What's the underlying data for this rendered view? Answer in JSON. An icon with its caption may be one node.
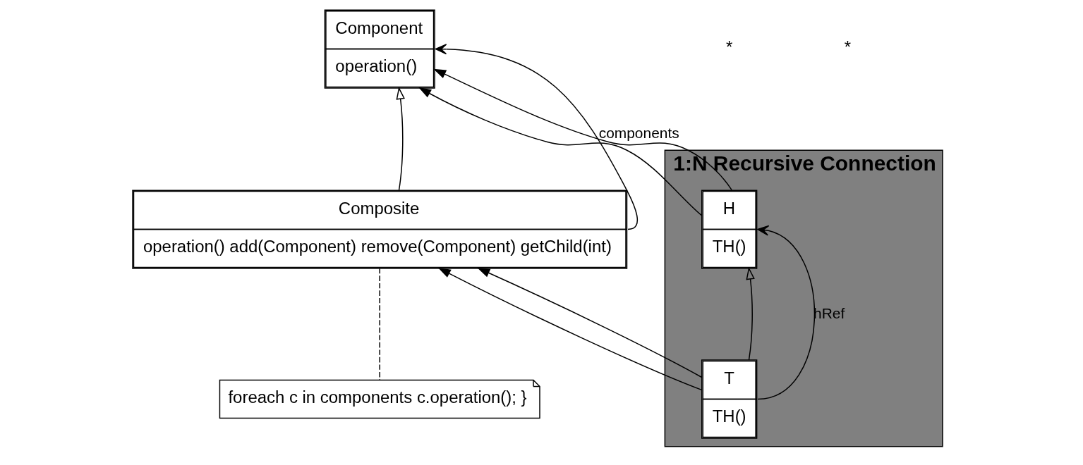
{
  "diagram": {
    "nodes": [
      {
        "text": [
          "1:N Recursive Connection"
        ]
      },
      {
        "text": [
          "H",
          "TH()"
        ],
        "in": 0
      },
      {
        "text": [
          "T",
          "TH()"
        ],
        "in": 0
      },
      {
        "text": [
          "Component",
          "operation()"
        ]
      },
      {
        "text": [
          "Composite",
          "operation() add(Component) remove(Component) getChild(int)"
        ]
      },
      {
        "text": [
          "foreach c in components c.operation(); }"
        ]
      }
    ],
    "edges": [
      {
        "from": 1,
        "to": 3,
        "arrow": "to"
      },
      {
        "from": 1,
        "to": 3,
        "arrow": "to"
      },
      {
        "from": 2,
        "to": 4,
        "arrow": "to"
      },
      {
        "from": 2,
        "to": 4,
        "arrow": "to"
      },
      {
        "from": 2,
        "to": 1,
        "arrow": "to",
        "label": "hRef"
      },
      {
        "from": 2,
        "to": 1,
        "arrow": "to"
      },
      {
        "from": 4,
        "to": 3,
        "arrow": "to"
      },
      {
        "from": 4,
        "to": 3,
        "arrow": "to",
        "label": "components"
      },
      {
        "from": 4,
        "to": 5,
        "arrow": "none",
        "style": "dashed"
      }
    ],
    "labels": [
      "*",
      "*"
    ]
  }
}
